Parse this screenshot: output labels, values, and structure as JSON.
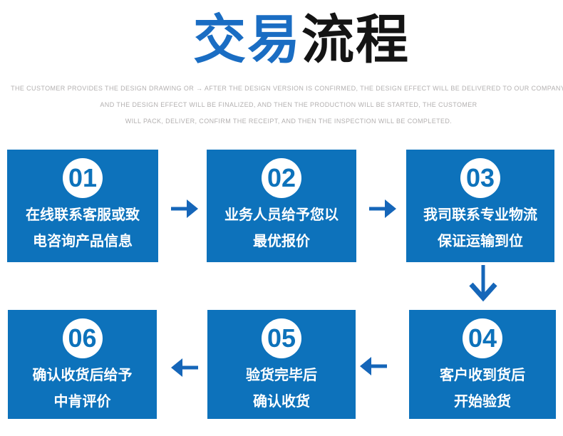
{
  "title": {
    "part1": "交易",
    "part2": "流程"
  },
  "subtitle": {
    "lines": [
      "THE CUSTOMER PROVIDES THE DESIGN DRAWING OR → AFTER THE DESIGN VERSION IS CONFIRMED, THE DESIGN EFFECT WILL BE DELIVERED TO OUR COMPANY,",
      "AND THE DESIGN EFFECT WILL BE FINALIZED, AND THEN THE PRODUCTION WILL BE STARTED, THE CUSTOMER",
      "WILL PACK, DELIVER, CONFIRM THE RECEIPT, AND THEN THE INSPECTION WILL BE COMPLETED."
    ]
  },
  "steps": [
    {
      "number": "01",
      "lines": [
        "在线联系客服或致",
        "电咨询产品信息"
      ]
    },
    {
      "number": "02",
      "lines": [
        "业务人员给予您以",
        "最优报价"
      ]
    },
    {
      "number": "03",
      "lines": [
        "我司联系专业物流",
        "保证运输到位"
      ]
    },
    {
      "number": "04",
      "lines": [
        "客户收到货后",
        "开始验货"
      ]
    },
    {
      "number": "05",
      "lines": [
        "验货完毕后",
        "确认收货"
      ]
    },
    {
      "number": "06",
      "lines": [
        "确认收货后给予",
        "中肯评价"
      ]
    }
  ],
  "flow": {
    "top_row_order": [
      "01",
      "02",
      "03"
    ],
    "bottom_row_order": [
      "06",
      "05",
      "04"
    ],
    "arrow_directions": [
      "right",
      "right",
      "down",
      "left",
      "left"
    ]
  },
  "colors": {
    "box_blue": "#0d72bb",
    "title_blue": "#1a6dc3",
    "title_black": "#141414",
    "arrow_blue": "#1566b9",
    "subtitle_gray": "#b3b0b0"
  }
}
